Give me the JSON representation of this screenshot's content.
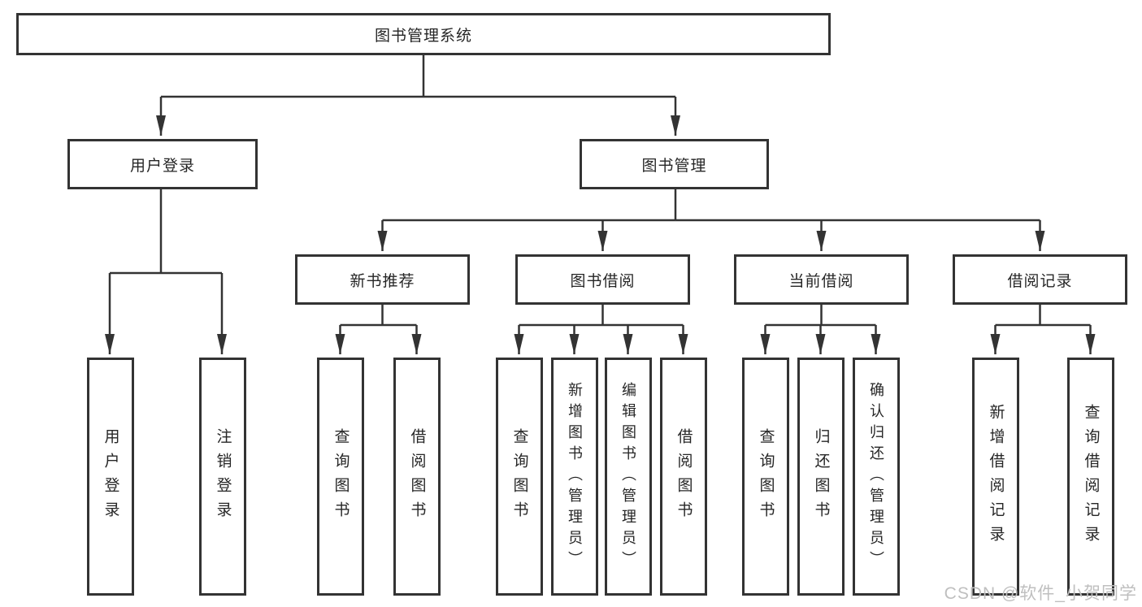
{
  "diagram": {
    "root": {
      "label": "图书管理系统"
    },
    "level2": [
      {
        "id": "user-login",
        "label": "用户登录",
        "parent": "图书管理系统"
      },
      {
        "id": "book-management",
        "label": "图书管理",
        "parent": "图书管理系统"
      }
    ],
    "level3": [
      {
        "id": "new-book-recommendation",
        "label": "新书推荐",
        "parent": "图书管理"
      },
      {
        "id": "book-borrowing",
        "label": "图书借阅",
        "parent": "图书管理"
      },
      {
        "id": "current-borrowing",
        "label": "当前借阅",
        "parent": "图书管理"
      },
      {
        "id": "borrowing-records",
        "label": "借阅记录",
        "parent": "图书管理"
      }
    ],
    "leaves": [
      {
        "label": "用户登录",
        "parent": "用户登录"
      },
      {
        "label": "注销登录",
        "parent": "用户登录"
      },
      {
        "label": "查询图书",
        "parent": "新书推荐"
      },
      {
        "label": "借阅图书",
        "parent": "新书推荐"
      },
      {
        "label": "查询图书",
        "parent": "图书借阅"
      },
      {
        "label": "新增图书（管理员）",
        "parent": "图书借阅"
      },
      {
        "label": "编辑图书（管理员）",
        "parent": "图书借阅"
      },
      {
        "label": "借阅图书",
        "parent": "图书借阅"
      },
      {
        "label": "查询图书",
        "parent": "当前借阅"
      },
      {
        "label": "归还图书",
        "parent": "当前借阅"
      },
      {
        "label": "确认归还（管理员）",
        "parent": "当前借阅"
      },
      {
        "label": "新增借阅记录",
        "parent": "借阅记录"
      },
      {
        "label": "查询借阅记录",
        "parent": "借阅记录"
      }
    ],
    "watermark": "CSDN @软件_小贺同学",
    "colors": {
      "line": "#333333",
      "box_fill": "#ffffff",
      "text": "#262626",
      "watermark": "#bfbfbf"
    }
  }
}
